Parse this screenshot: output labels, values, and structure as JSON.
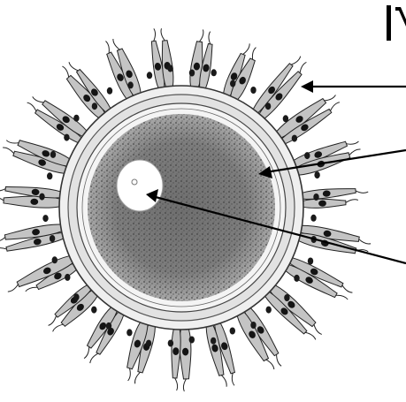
{
  "figure": {
    "kind": "oocyte-labeled-diagram",
    "colors": {
      "background": "#ffffff",
      "ink": "#111111",
      "cytoplasm": "#8a8a8a",
      "cytoplasm_dark": "#5a5a5a",
      "zona": "#d9d9d9",
      "nucleus": "#ffffff",
      "cell_body": "#b5b5b5",
      "cell_nucleus": "#151515"
    },
    "labels": [],
    "pointers": [
      {
        "name": "corona-radiata-pointer",
        "target": "corona radiata"
      },
      {
        "name": "cytoplasm-pointer",
        "target": "ooplasm"
      },
      {
        "name": "nucleus-pointer",
        "target": "nucleus"
      }
    ]
  }
}
